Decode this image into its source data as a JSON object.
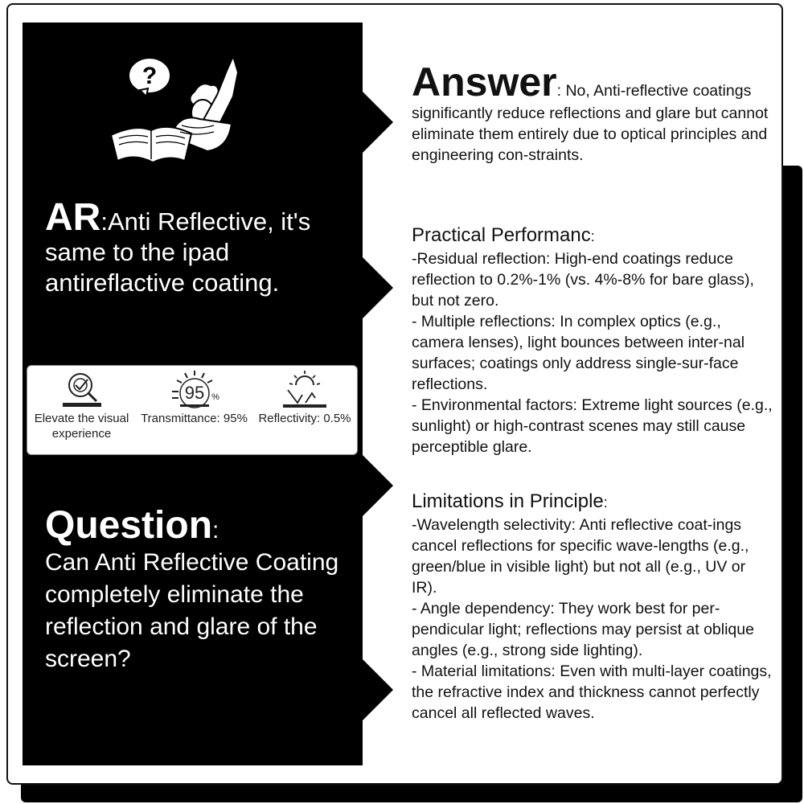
{
  "left": {
    "ar_title": "AR",
    "ar_text": ":Anti Reflective, it's same to the ipad antireflactive coating.",
    "features": [
      {
        "icon": "magnifier-check-icon",
        "label": "Elevate the visual experience"
      },
      {
        "icon": "sun-95-icon",
        "badge": "95",
        "badge_unit": "%",
        "label": "Transmittance: 95%"
      },
      {
        "icon": "sun-reflection-icon",
        "label": "Reflectivity: 0.5%"
      }
    ],
    "question_title": "Question",
    "question_colon": ":",
    "question_text": "Can Anti Reflective Coating completely eliminate the reflection and glare of the screen?"
  },
  "right": {
    "answer_title": "Answer",
    "answer_text": ": No, Anti-reflective coatings significantly reduce reflections and glare but cannot eliminate them entirely due to optical principles and engineering con-straints.",
    "practical": {
      "heading": "Practical Performanc",
      "colon": ":",
      "items": [
        "-Residual reflection: High-end coatings reduce reflection to 0.2%-1% (vs. 4%-8% for bare glass), but not zero.",
        "- Multiple reflections: In complex optics (e.g., camera lenses), light bounces between inter-nal surfaces; coatings only address single-sur-face reflections.",
        "- Environmental factors: Extreme light sources (e.g., sunlight) or high-contrast scenes may still cause perceptible glare."
      ]
    },
    "limitations": {
      "heading": "Limitations in Principle",
      "colon": ":",
      "items": [
        "-Wavelength selectivity: Anti reflective coat-ings cancel reflections for specific wave-lengths (e.g., green/blue in visible light) but not all (e.g., UV or IR).",
        "- Angle dependency: They work best for per-pendicular light; reflections may persist at oblique angles (e.g., strong side lighting).",
        "- Material limitations: Even with multi-layer coatings, the refractive index and thickness cannot perfectly cancel all reflected waves."
      ]
    }
  },
  "colors": {
    "panel": "#000000",
    "card": "#ffffff",
    "text": "#111111"
  }
}
